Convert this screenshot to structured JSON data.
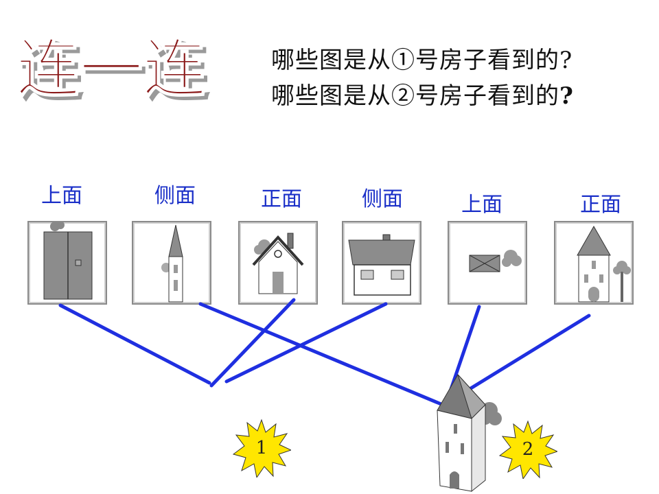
{
  "title": "连一连",
  "questions": [
    {
      "prefix": "哪些图是从①号房子看到的",
      "mark": "?"
    },
    {
      "prefix": "哪些图是从②号房子看到的",
      "mark": "?"
    }
  ],
  "view_labels": [
    "上面",
    "侧面",
    "正面",
    "侧面",
    "上面",
    "正面"
  ],
  "stars": [
    "1",
    "2"
  ],
  "colors": {
    "label_blue": "#1a2fc8",
    "line_blue": "#1f2fe0",
    "title_red": "#8b1a1a",
    "star_yellow": "#ffe600"
  }
}
